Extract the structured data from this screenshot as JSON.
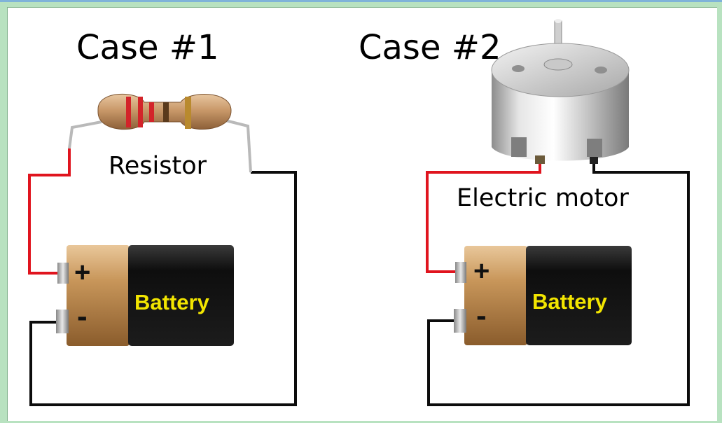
{
  "cases": [
    {
      "title": "Case #1",
      "component_label": "Resistor",
      "component_icon": "resistor-icon",
      "battery": {
        "label": "Battery",
        "plus": "+",
        "minus": "-"
      }
    },
    {
      "title": "Case #2",
      "component_label": "Electric motor",
      "component_icon": "electric-motor-icon",
      "battery": {
        "label": "Battery",
        "plus": "+",
        "minus": "-"
      }
    }
  ],
  "colors": {
    "background": "#b8e2c0",
    "positive_wire": "#e0141e",
    "negative_wire": "#0c0c0c",
    "battery_copper": "#c89a5e",
    "battery_body": "#111111",
    "battery_text": "#f2e500"
  }
}
